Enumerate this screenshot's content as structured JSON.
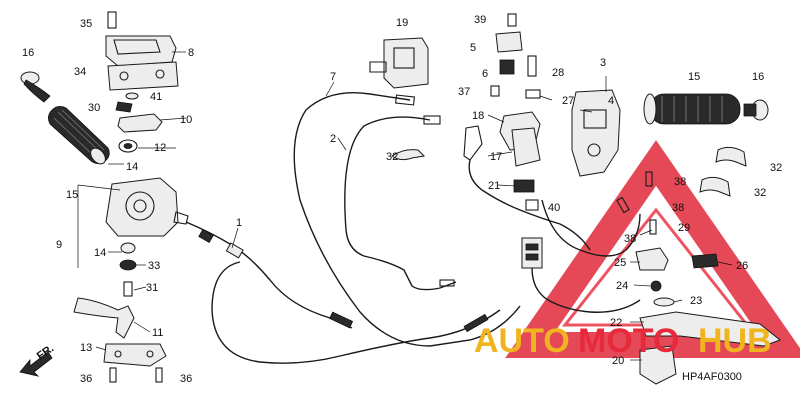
{
  "diagram_code": "HP4AF0300",
  "direction_label": "FR.",
  "watermark": {
    "word_a": "AUTO",
    "word_b": "MOTO",
    "word_c": "HUB",
    "color_a": "#f0b41e",
    "color_b": "#e8293b",
    "color_c": "#f0b41e"
  },
  "callouts": {
    "n1": "1",
    "n2": "2",
    "n3": "3",
    "n4": "4",
    "n5": "5",
    "n6": "6",
    "n7": "7",
    "n8": "8",
    "n9": "9",
    "n10": "10",
    "n11": "11",
    "n12": "12",
    "n13": "13",
    "n14a": "14",
    "n14b": "14",
    "n15a": "15",
    "n15b": "15",
    "n16a": "16",
    "n16b": "16",
    "n17": "17",
    "n18": "18",
    "n19": "19",
    "n20": "20",
    "n21": "21",
    "n22": "22",
    "n23": "23",
    "n24": "24",
    "n25": "25",
    "n26": "26",
    "n27": "27",
    "n28": "28",
    "n29": "29",
    "n30": "30",
    "n31": "31",
    "n32a": "32",
    "n32b": "32",
    "n32c": "32",
    "n33": "33",
    "n34": "34",
    "n35": "35",
    "n36a": "36",
    "n36b": "36",
    "n37": "37",
    "n38a": "38",
    "n38b": "38",
    "n38c": "38",
    "n39": "39",
    "n40": "40",
    "n41": "41"
  }
}
